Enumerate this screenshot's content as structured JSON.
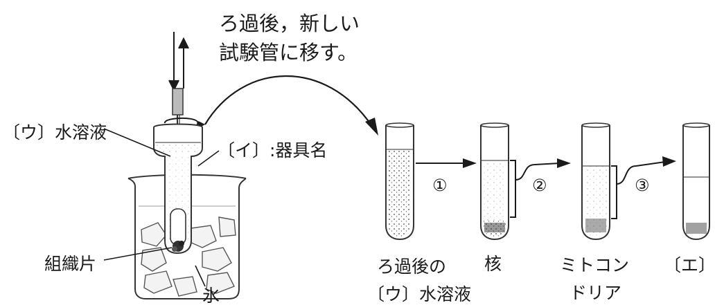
{
  "caption": {
    "line1": "ろ過後，新しい",
    "line2": "試験管に移す。"
  },
  "labels": {
    "solution_u": "〔ウ〕水溶液",
    "instrument_i": "〔イ〕:器具名",
    "tissue": "組織片",
    "ice": "氷"
  },
  "steps": {
    "s1": "①",
    "s2": "②",
    "s3": "③"
  },
  "tubes": {
    "t1_line1": "ろ過後の",
    "t1_line2": "〔ウ〕水溶液",
    "t2": "核",
    "t3_line1": "ミトコン",
    "t3_line2": "ドリア",
    "t4": "〔エ〕"
  }
}
